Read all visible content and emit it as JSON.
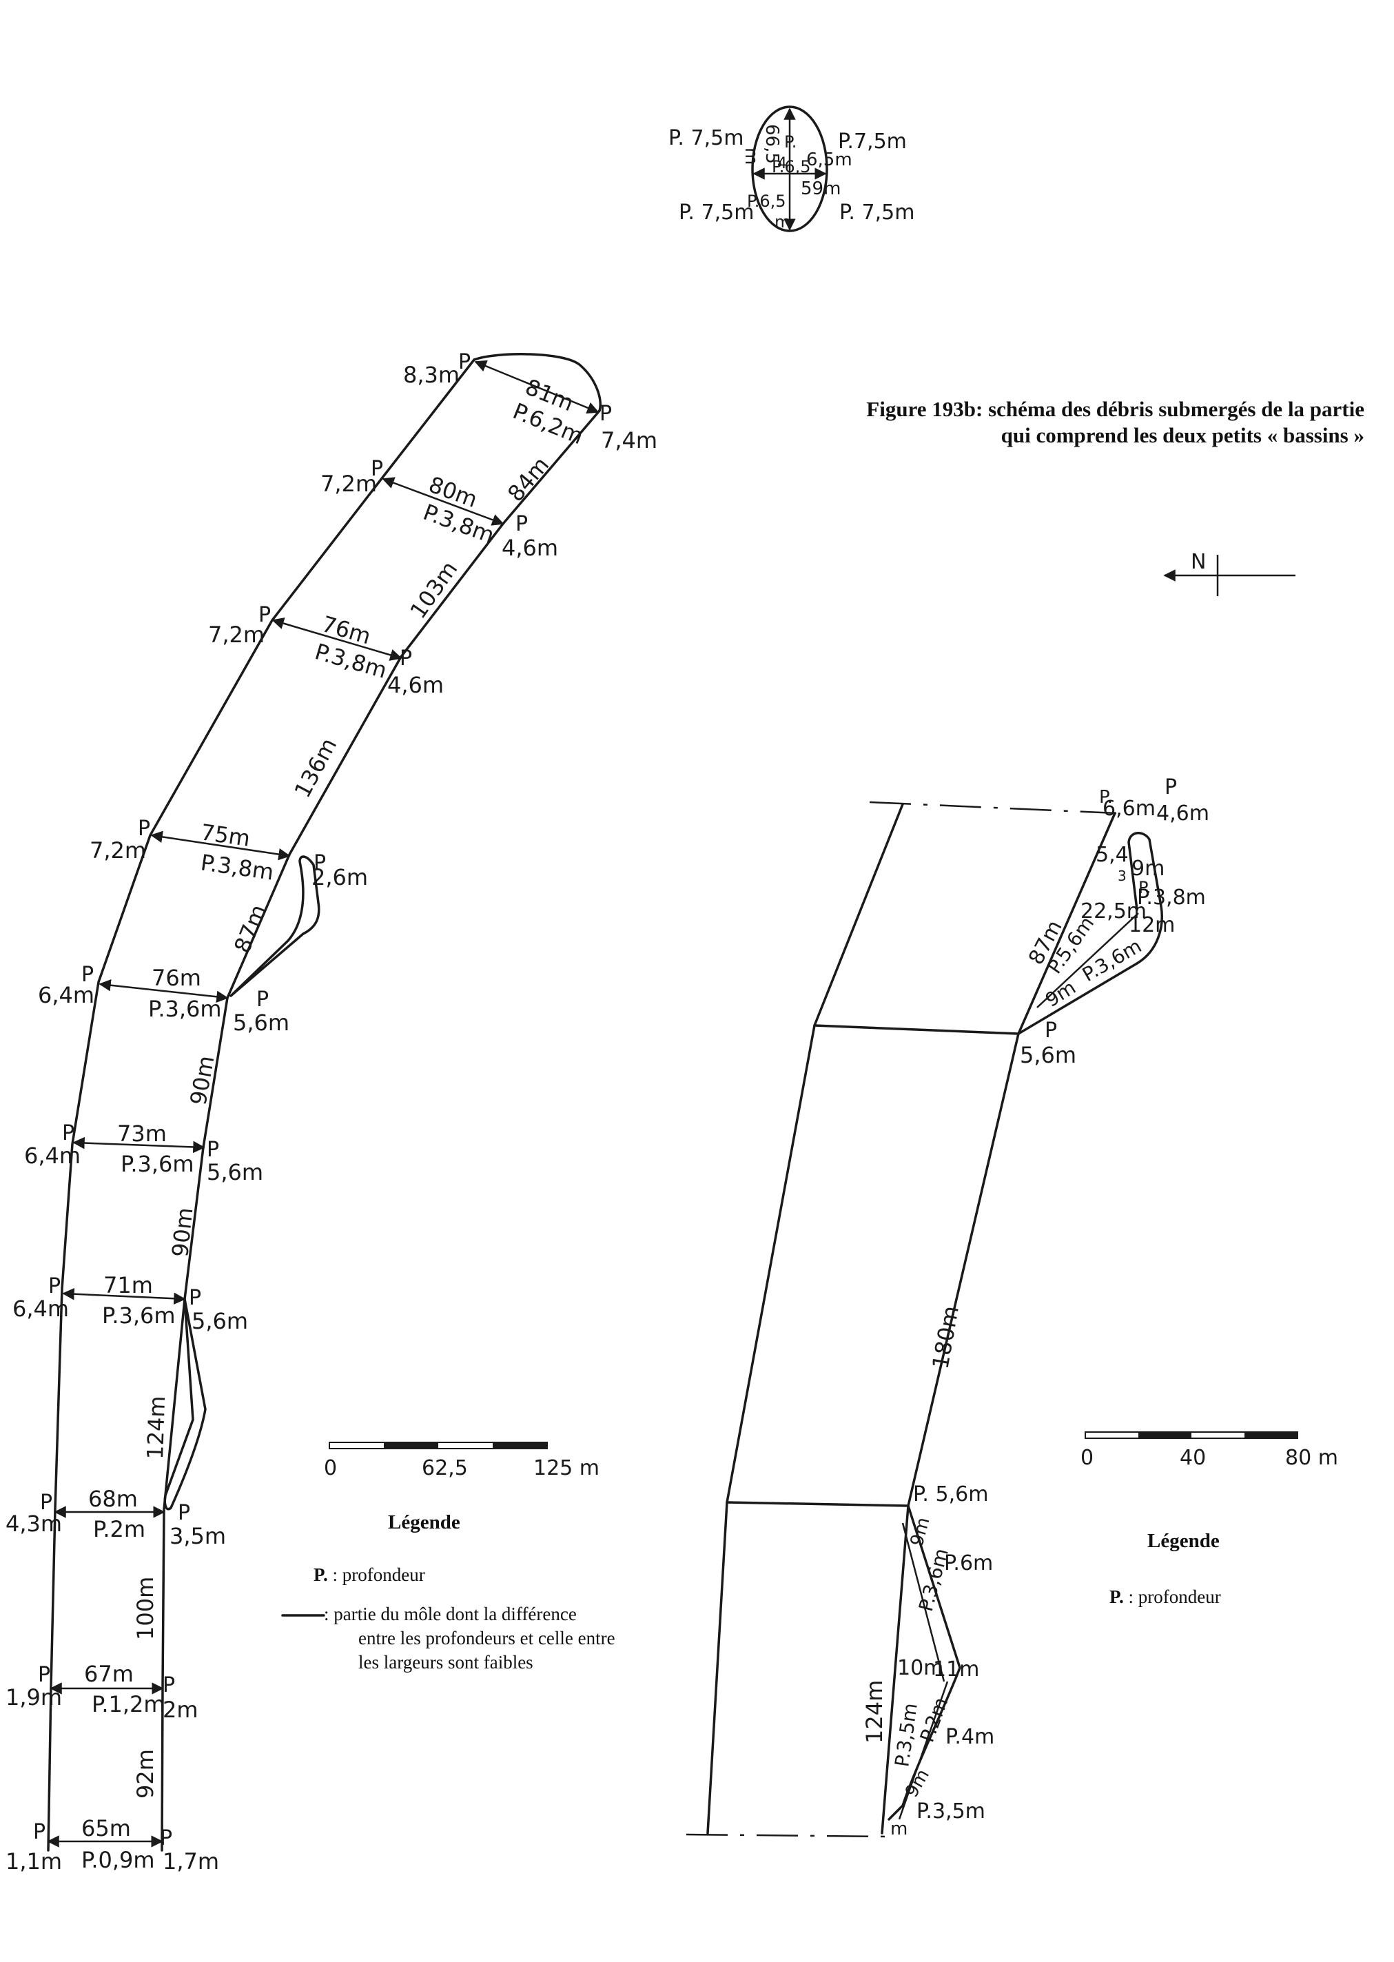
{
  "caption": {
    "line1": "Figure 193b: schéma des débris submergés de la partie",
    "line2": "qui comprend les deux petits « bassins »"
  },
  "north_label": "N",
  "circle": {
    "labels": [
      "P. 7,5m",
      "P.7,5m",
      "P. 7,5m",
      "P. 7,5m",
      "66,5",
      "m",
      "6,5m",
      "P.",
      "P.6,5",
      "59m",
      "P.6,5",
      "m",
      "4"
    ]
  },
  "left_plan": {
    "widths": [
      {
        "width": "81m",
        "depth": "P.6,2m"
      },
      {
        "width": "80m",
        "depth": "P.3,8m"
      },
      {
        "width": "76m",
        "depth": "P.3,8m"
      },
      {
        "width": "75m",
        "depth": "P.3,8m"
      },
      {
        "width": "76m",
        "depth": "P.3,6m"
      },
      {
        "width": "73m",
        "depth": "P.3,6m"
      },
      {
        "width": "71m",
        "depth": "P.3,6m"
      },
      {
        "width": "68m",
        "depth": "P.2m"
      },
      {
        "width": "67m",
        "depth": "P.1,2m"
      },
      {
        "width": "65m",
        "depth": "P.0,9m"
      }
    ],
    "lengths": [
      "84m",
      "103m",
      "136m",
      "87m",
      "90m",
      "90m",
      "124m",
      "100m",
      "92m"
    ],
    "west_depths": [
      "8,3m",
      "7,2m",
      "7,2m",
      "7,2m",
      "6,4m",
      "6,4m",
      "6,4m",
      "4,3m",
      "1,9m",
      "1,1m"
    ],
    "east_depths": [
      "7,4m",
      "4,6m",
      "4,6m",
      "2,6m",
      "5,6m",
      "5,6m",
      "5,6m",
      "3,5m",
      "2m",
      "1,7m"
    ],
    "p_marker": "P"
  },
  "right_plan": {
    "labels": [
      "6,6m",
      "P",
      "4,6m",
      "5,4",
      "9m",
      "P.3,8m",
      "22,5m",
      "12m",
      "87m",
      "P.5,6m",
      "P.3,6m",
      "9m",
      "P",
      "5,6m",
      "180m",
      "P. 5,6m",
      "9m",
      "P.3,6m",
      "P.6m",
      "10m",
      "11m",
      "124m",
      "P.3,5m",
      "P.2m",
      "P.4m",
      "9m",
      "P.3,5m",
      "m",
      "P.",
      "P.",
      "3"
    ]
  },
  "scale_left": {
    "ticks": [
      "0",
      "62,5",
      "125 m"
    ]
  },
  "scale_right": {
    "ticks": [
      "0",
      "40",
      "80 m"
    ]
  },
  "legend_left": {
    "title": "Légende",
    "p_key": "P.",
    "p_desc": ": profondeur",
    "line_desc_1": ": partie du môle dont la différence",
    "line_desc_2": "entre les profondeurs et celle entre",
    "line_desc_3": "les largeurs sont faibles"
  },
  "legend_right": {
    "title": "Légende",
    "p_key": "P.",
    "p_desc": ": profondeur"
  }
}
